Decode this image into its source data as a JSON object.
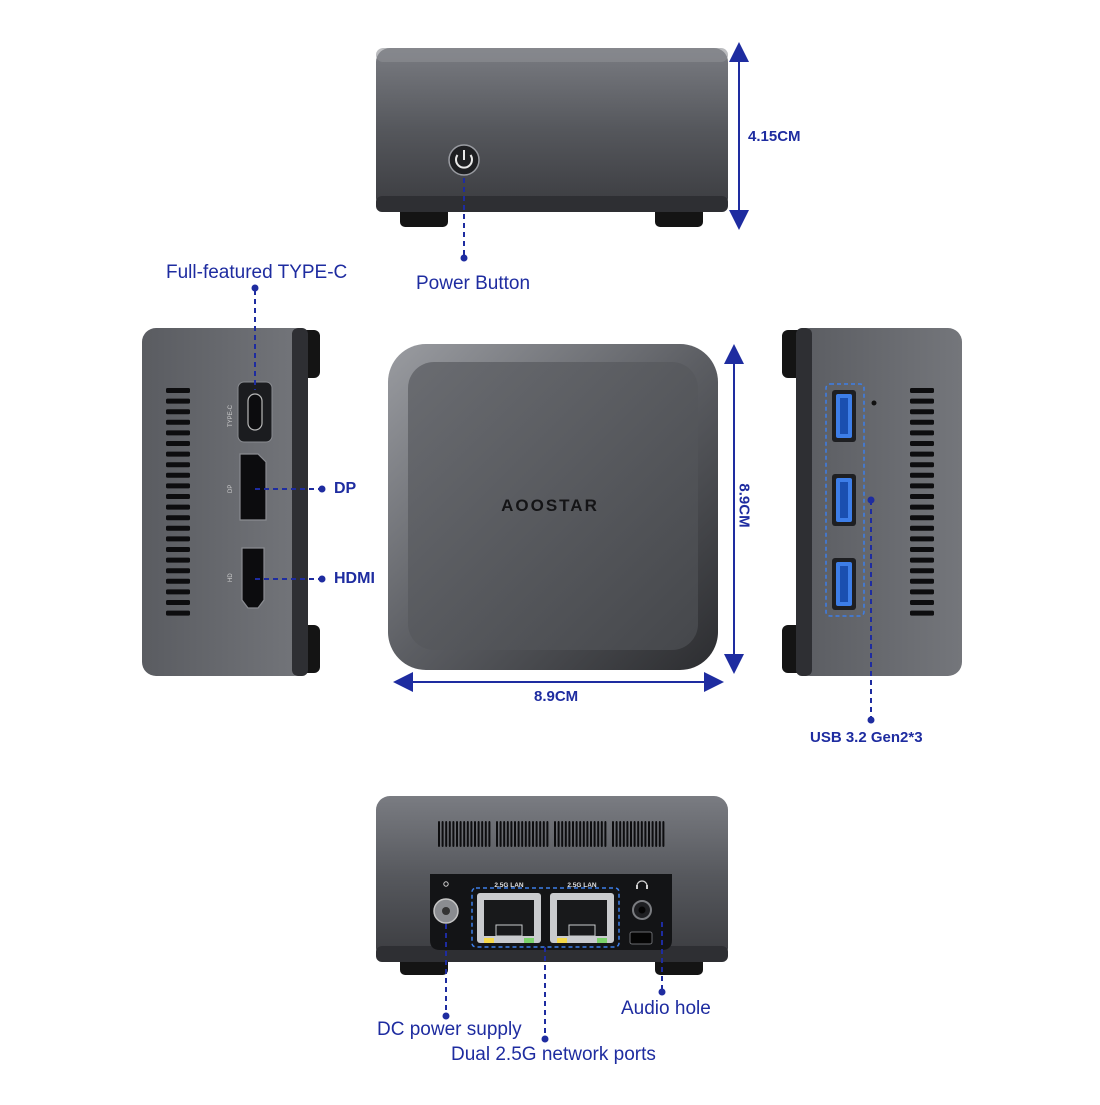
{
  "labels": {
    "height_dim": "4.15CM",
    "power_button": "Power Button",
    "type_c": "Full-featured TYPE-C",
    "dp": "DP",
    "hdmi": "HDMI",
    "depth_dim": "8.9CM",
    "width_dim": "8.9CM",
    "usb": "USB 3.2 Gen2*3",
    "dc_power": "DC power supply",
    "network": "Dual 2.5G network ports",
    "audio": "Audio hole"
  },
  "device": {
    "brand_logo": "AOOSTAR",
    "port_typec": "TYPE-C",
    "port_dp": "DP",
    "port_hd": "HD",
    "port_lan_1": "2.5G LAN",
    "port_lan_2": "2.5G LAN"
  },
  "colors": {
    "annotation": "#1e2ca0",
    "body": "#5f6166",
    "body_dark": "#2b2c30",
    "foot": "#141414",
    "usb_blue": "#3d7ee8"
  },
  "icons": [
    "power-icon",
    "headphone-icon",
    "lock-slot-icon"
  ]
}
